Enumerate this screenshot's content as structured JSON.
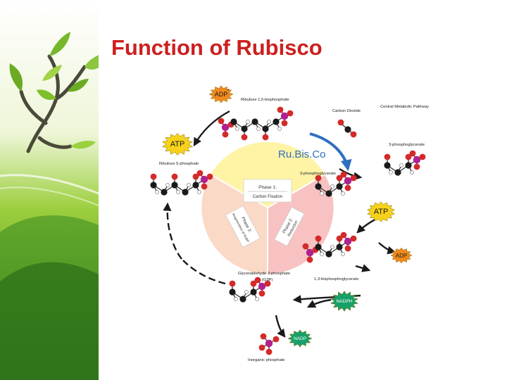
{
  "slide": {
    "title": "Function of Rubisco",
    "title_color": "#cc1f1f"
  },
  "diagram": {
    "enzyme_label": "Ru.Bis.Co",
    "enzyme_color": "#2f6fbf",
    "molecules": {
      "rubp": "Ribulose 1,5-bisphosphate",
      "co2": "Carbon Dioxide",
      "pathway": "Central Metabolic Pathway",
      "pga_top": "3-phosphoglycerate",
      "pga": "3-phosphoglycerate",
      "ru5p": "Ribulose 5-phosphate",
      "g3p": "Glyceraldehyde 3-phosphate",
      "g3p_abbr": "(G3P)",
      "bpg": "1,3-bisphosphoglycerate",
      "pi": "Inorganic phosphate"
    },
    "cofactors": {
      "adp_top": "ADP",
      "atp_left": "ATP",
      "atp_right": "ATP",
      "adp_right": "ADP",
      "nadph": "NADPH",
      "nadp": "NADP"
    },
    "phases": {
      "phase1_title": "Phase 1:",
      "phase1_sub": "Carbon Fixation",
      "phase2_title": "Phase 2:",
      "phase2_sub": "Reduction",
      "phase3_title": "Phase 3:",
      "phase3_sub": "Regeneration of RuBP"
    },
    "colors": {
      "carbon": "#1a1a1a",
      "oxygen": "#d42a2a",
      "phosphate": "#b0218f",
      "hydrogen": "#ffffff",
      "cofactor_atp": "#f6d21a",
      "cofactor_adp": "#f08a1e",
      "cofactor_nadph": "#18a06a",
      "phase1_sector": "#fff3a6",
      "phase2_sector": "#f8c2c2",
      "phase3_sector": "#fbd9c7",
      "arrow": "#1a1a1a",
      "background_leaf": "#7fbf2a"
    }
  }
}
